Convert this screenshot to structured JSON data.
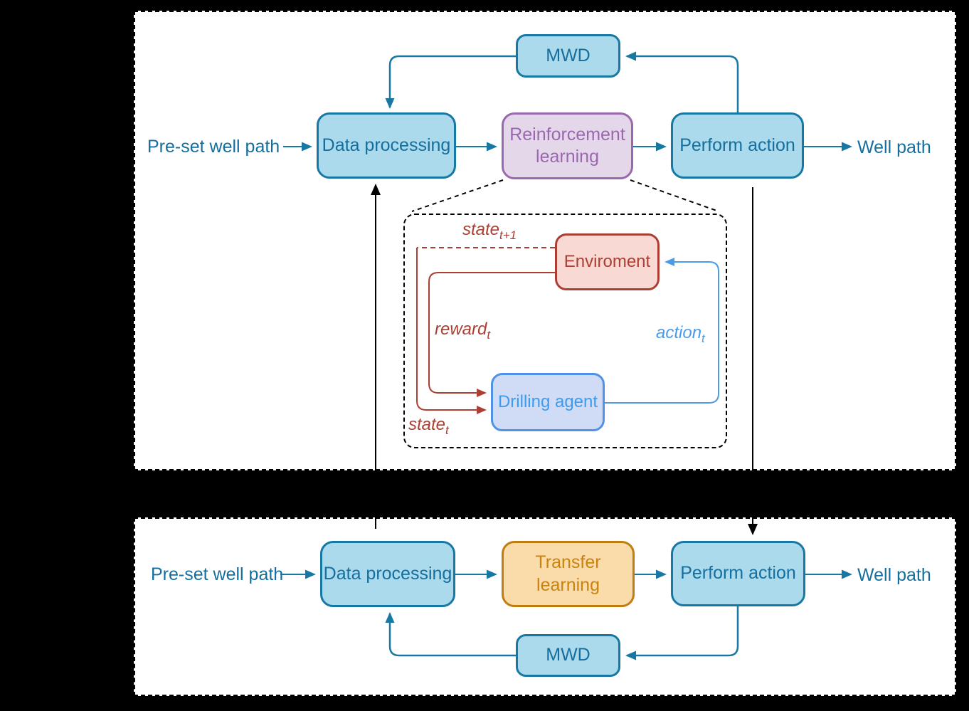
{
  "colors": {
    "background": "#000000",
    "panel_background": "#ffffff",
    "teal_line": "#1878a4",
    "blue_box_fill": "#abdaed",
    "blue_box_border": "#1878a4",
    "blue_box_text": "#156f9e",
    "purple_box_fill": "#e5d7ea",
    "purple_box_border": "#9a68af",
    "purple_box_text": "#9a68af",
    "orange_box_fill": "#fadbaa",
    "orange_box_border": "#c07d12",
    "orange_box_text": "#ca830d",
    "environment_box_fill": "#f9d9d4",
    "red_line": "#ad3e33",
    "agent_box_fill": "#d0dcf5",
    "agent_box_border": "#5092e5",
    "agent_box_text": "#3d9bee",
    "action_blue_line": "#4a9ce9",
    "black_line": "#000000"
  },
  "top_panel": {
    "input_label": "Pre-set well path",
    "data_processing_label": "Data processing",
    "learning_label": "Reinforcement learning",
    "perform_action_label": "Perform action",
    "mwd_label": "MWD",
    "output_label": "Well path",
    "rl_detail": {
      "environment_label": "Enviroment",
      "agent_label": "Drilling agent",
      "state_next": {
        "base": "state",
        "sub": "t+1"
      },
      "reward": {
        "base": "reward",
        "sub": "t"
      },
      "state": {
        "base": "state",
        "sub": "t"
      },
      "action": {
        "base": "action",
        "sub": "t"
      }
    }
  },
  "bottom_panel": {
    "input_label": "Pre-set well path",
    "data_processing_label": "Data processing",
    "learning_label": "Transfer learning",
    "perform_action_label": "Perform action",
    "mwd_label": "MWD",
    "output_label": "Well path"
  }
}
